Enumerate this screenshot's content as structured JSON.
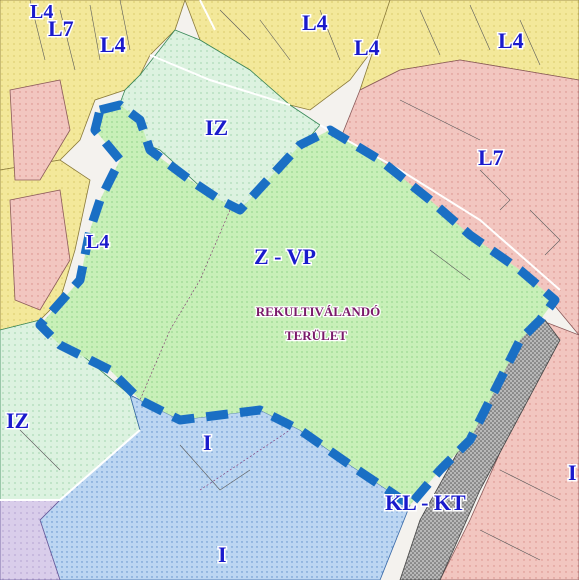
{
  "map": {
    "zones": {
      "l4": "L4",
      "l7": "L7",
      "iz": "IZ",
      "zvp": "Z - VP",
      "i": "I",
      "klkt": "KL - KT"
    },
    "note": {
      "line1": "REKULTIVÁLANDÓ",
      "line2": "TERÜLET"
    },
    "colors": {
      "residential_yellow": "#f3e89a",
      "residential_pink": "#f2c6c0",
      "industrial_green_light": "#d6f0dc",
      "green_area": "#c8f0b8",
      "industrial_blue": "#b8d4f0",
      "transport_gray": "#a8a8a8",
      "boundary_blue": "#1a6fc4",
      "purple_area": "#d8cbe8"
    }
  }
}
